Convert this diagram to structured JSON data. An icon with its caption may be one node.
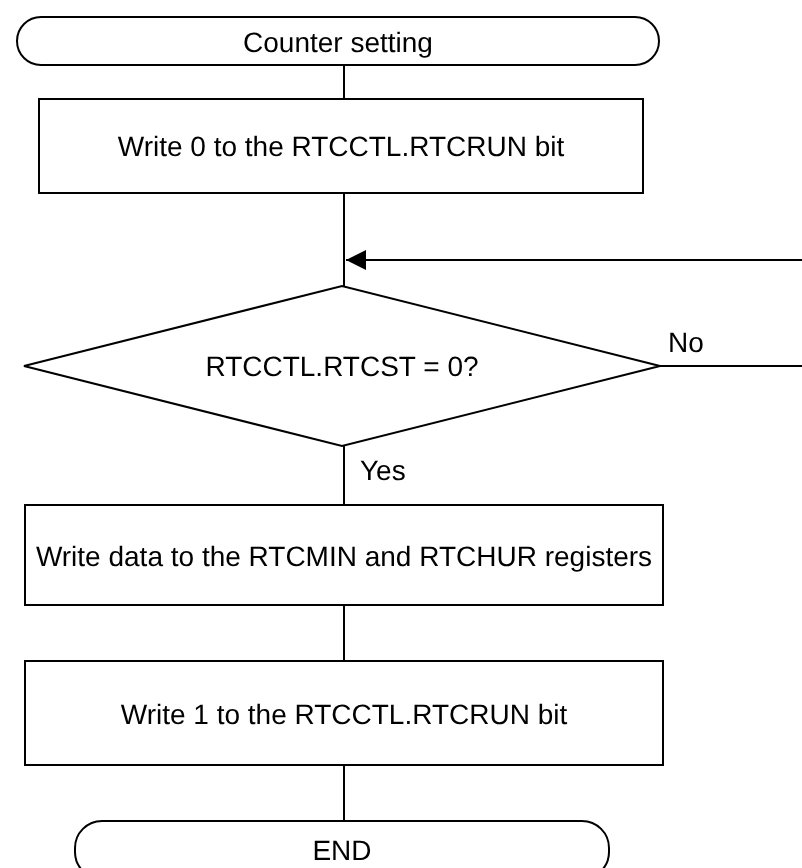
{
  "diagram": {
    "nodes": [
      {
        "text": [
          "Counter setting"
        ]
      },
      {
        "text": [
          "Write 0 to the RTCCTL.RTCRUN bit"
        ]
      },
      {
        "text": [
          "RTCCTL.RTCST = 0?"
        ]
      },
      {
        "text": [
          "Write data to the RTCMIN and RTCHUR registers"
        ]
      },
      {
        "text": [
          "Write 1 to the RTCCTL.RTCRUN bit"
        ]
      },
      {
        "text": [
          "END"
        ]
      }
    ],
    "edges": [
      {
        "from": 0,
        "to": 1,
        "arrow": "none"
      },
      {
        "from": 1,
        "to": 2,
        "arrow": "none"
      },
      {
        "from": 2,
        "to": 3,
        "arrow": "none",
        "label": "Yes"
      },
      {
        "from": 3,
        "to": 4,
        "arrow": "none"
      },
      {
        "from": 4,
        "to": 5,
        "arrow": "none"
      },
      {
        "from": 2,
        "to": null,
        "arrow": "none",
        "label": "No"
      },
      {
        "from": null,
        "to": 2,
        "arrow": "to"
      }
    ]
  }
}
